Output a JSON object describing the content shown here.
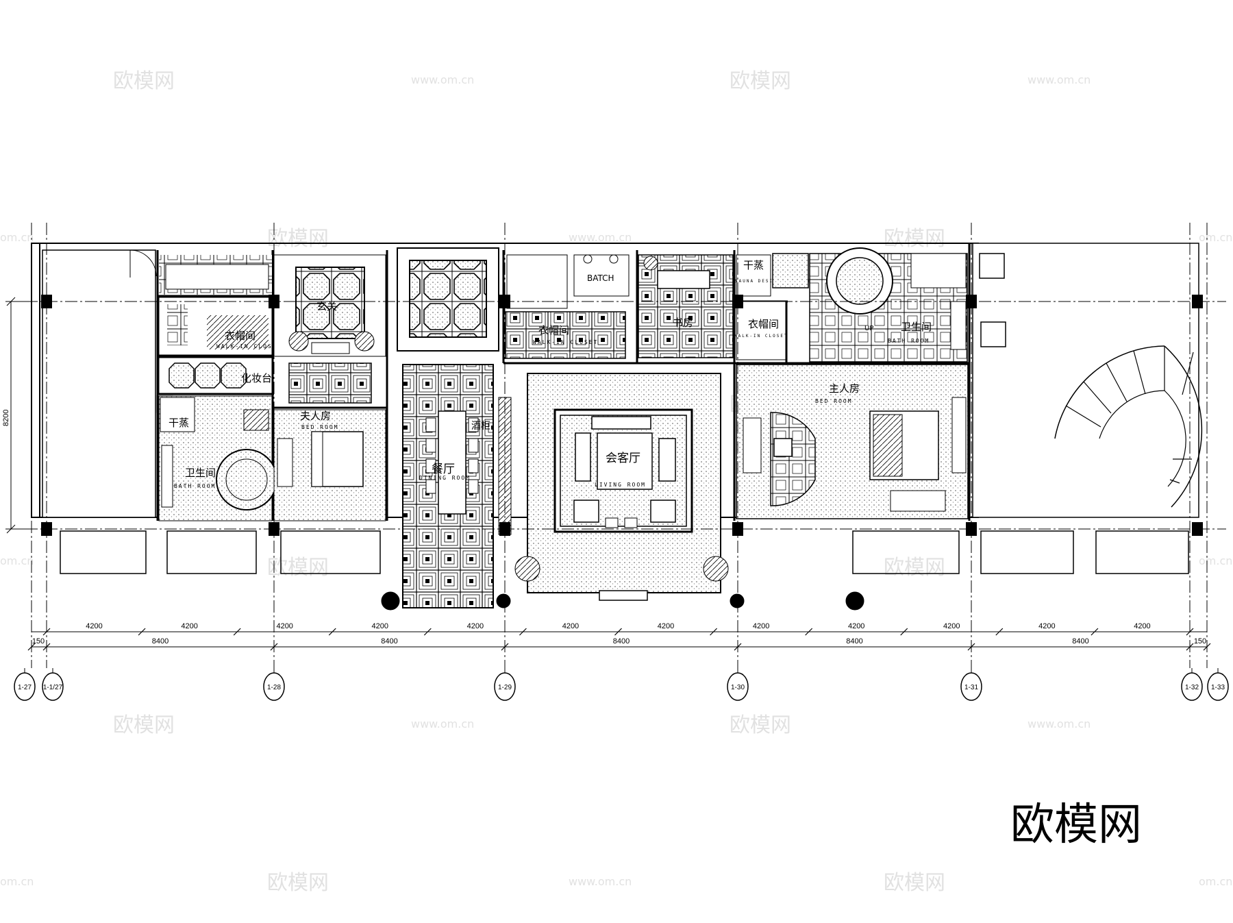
{
  "watermark": {
    "brand": "欧模网",
    "site": "www.om.cn",
    "partial_site": "om.cn"
  },
  "vertical_dimension": "8200",
  "top_dims": [
    "4200",
    "4200",
    "4200",
    "4200",
    "4200",
    "4200",
    "4200",
    "4200",
    "4200",
    "4200",
    "4200",
    "4200"
  ],
  "bottom_dims": [
    "150",
    "8400",
    "8400",
    "8400",
    "8400",
    "8400",
    "150"
  ],
  "grid_labels": [
    "1-27",
    "1-1/27",
    "1-28",
    "1-29",
    "1-30",
    "1-31",
    "1-32",
    "1-33"
  ],
  "rooms": {
    "closet_left": {
      "cn": "衣帽间",
      "en": "WALK-IN CLOSET"
    },
    "vanity": {
      "cn": "化妆台"
    },
    "sauna_left": {
      "cn": "干蒸"
    },
    "bath_left": {
      "cn": "卫生间",
      "en": "BATH ROOM"
    },
    "bedroom_left": {
      "cn": "夫人房",
      "en": "BED ROOM"
    },
    "foyer": {
      "cn": "玄关"
    },
    "dining": {
      "cn": "餐厅",
      "en": "DINING ROOM"
    },
    "wine": {
      "cn": "酒柜"
    },
    "living": {
      "cn": "会客厅",
      "en": "LIVING ROOM"
    },
    "closet_mid": {
      "cn": "衣帽间",
      "en": "WALK-IN CLOSET"
    },
    "batch": {
      "en": "BATCH"
    },
    "study": {
      "cn": "书房"
    },
    "sauna_right": {
      "cn": "干蒸",
      "en": "SAUNA DESIGN BY OTHER"
    },
    "closet_right": {
      "cn": "衣帽间",
      "en": "WALK-IN CLOSET"
    },
    "master_bath": {
      "cn": "卫生间",
      "en": "BATH ROOM"
    },
    "up_mark": {
      "en": "UP"
    },
    "master_bedroom": {
      "cn": "主人房",
      "en": "BED ROOM"
    }
  }
}
